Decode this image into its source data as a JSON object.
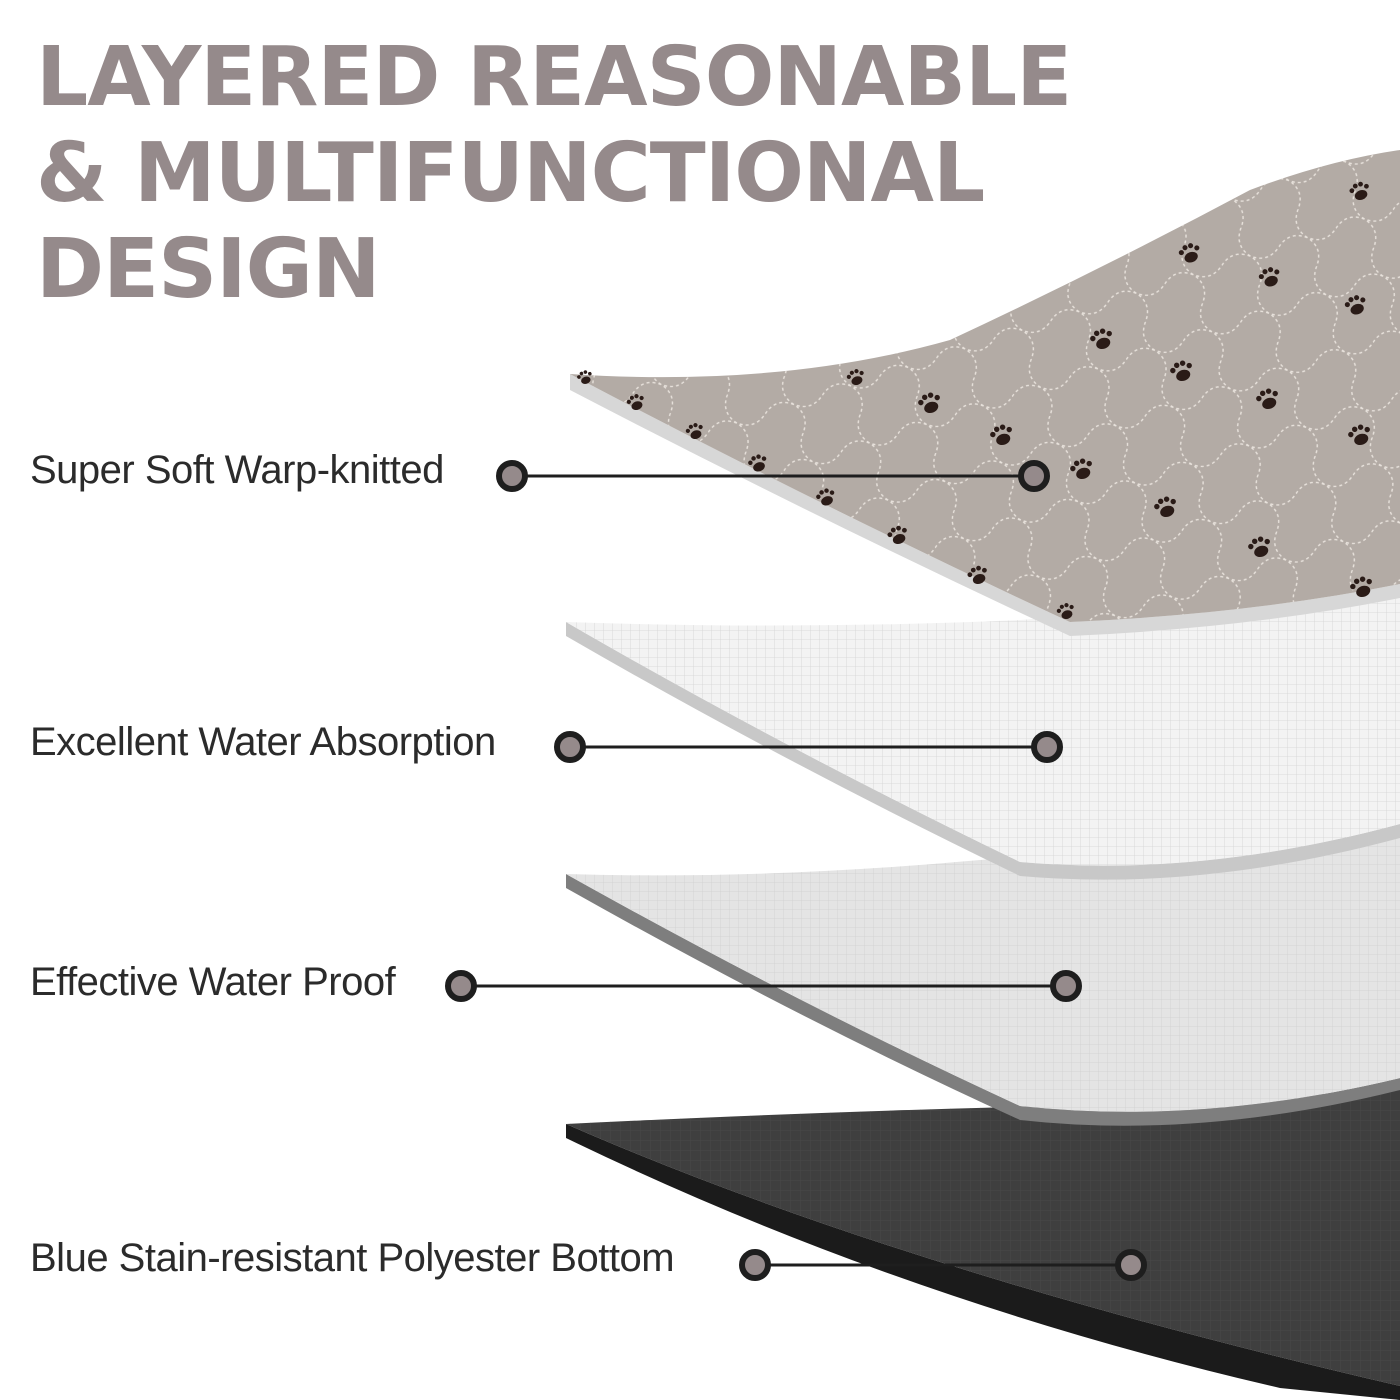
{
  "title": {
    "lines": [
      "LAYERED REASONABLE",
      "& MULTIFUNCTIONAL",
      "DESIGN"
    ]
  },
  "layers": [
    {
      "label": "Super Soft Warp-knitted"
    },
    {
      "label": "Excellent Water Absorption"
    },
    {
      "label": "Effective Water Proof"
    },
    {
      "label": "Blue Stain-resistant Polyester Bottom"
    }
  ],
  "colors": {
    "title": "#958a8b",
    "label_text": "#2b2b2b",
    "callout_dot": "#958a8b",
    "callout_line": "#1e1e1e",
    "top_fabric": "#b3aba5",
    "paw_print": "#2a1b17",
    "absorb_layer": "#f2f2f2",
    "waterproof_layer": "#e4e4e4",
    "bottom_layer": "#3f3f3f"
  },
  "icons": [
    "paw-print-icon"
  ]
}
